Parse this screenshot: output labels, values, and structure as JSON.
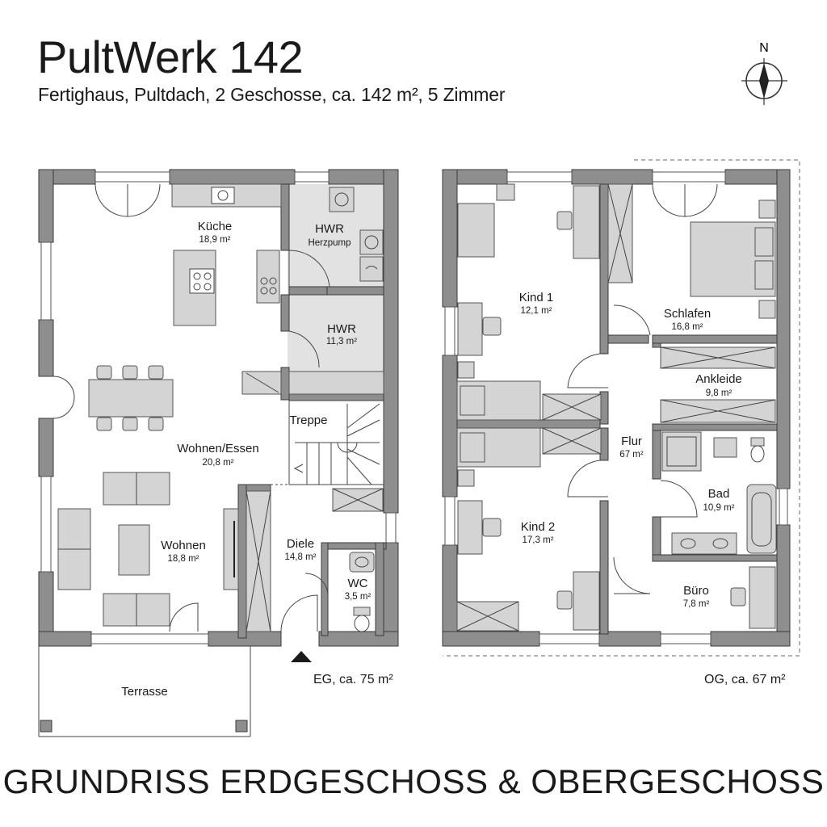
{
  "header": {
    "title": "PultWerk 142",
    "subtitle": "Fertighaus, Pultdach, 2 Geschosse, ca. 142 m², 5 Zimmer"
  },
  "compass": {
    "label": "N"
  },
  "eg": {
    "label": "EG, ca. 75 m²",
    "rooms": {
      "kueche": {
        "name": "Küche",
        "area": "18,9 m²"
      },
      "hwr1": {
        "name": "HWR",
        "note": "Herzpump"
      },
      "hwr2": {
        "name": "HWR",
        "area": "11,3 m²"
      },
      "treppe": {
        "name": "Treppe"
      },
      "wohnen_essen": {
        "name": "Wohnen/Essen",
        "area": "20,8 m²"
      },
      "wohnen": {
        "name": "Wohnen",
        "area": "18,8 m²"
      },
      "diele": {
        "name": "Diele",
        "area": "14,8 m²"
      },
      "wc": {
        "name": "WC",
        "area": "3,5 m²"
      },
      "terrasse": {
        "name": "Terrasse"
      }
    }
  },
  "og": {
    "label": "OG, ca. 67 m²",
    "rooms": {
      "kind1": {
        "name": "Kind 1",
        "area": "12,1 m²"
      },
      "schlafen": {
        "name": "Schlafen",
        "area": "16,8 m²"
      },
      "ankleide": {
        "name": "Ankleide",
        "area": "9,8 m²"
      },
      "flur": {
        "name": "Flur",
        "area": "67 m²"
      },
      "bad": {
        "name": "Bad",
        "area": "10,9 m²"
      },
      "kind2": {
        "name": "Kind 2",
        "area": "17,3 m²"
      },
      "buero": {
        "name": "Büro",
        "area": "7,8 m²"
      }
    }
  },
  "footer": {
    "text": "GRUNDRISS ERDGESCHOSS & OBERGESCHOSS"
  },
  "colors": {
    "wall": "#8e8e8e",
    "furniture": "#d4d4d4",
    "hwr_fill": "#e2e2e2",
    "text": "#1a1a1a"
  }
}
